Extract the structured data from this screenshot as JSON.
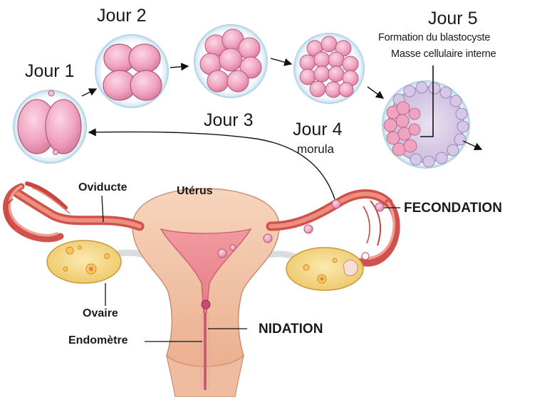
{
  "days": {
    "day1": "Jour 1",
    "day2": "Jour 2",
    "day3": "Jour 3",
    "day4": "Jour 4",
    "day4_sub": "morula",
    "day5": "Jour 5",
    "day5_sub1": "Formation du blastocyste",
    "day5_sub2": "Masse cellulaire interne"
  },
  "anatomy": {
    "oviduct": "Oviducte",
    "uterus": "Utérus",
    "ovary": "Ovaire",
    "endometrium": "Endomètre"
  },
  "events": {
    "fertilization": "FECONDATION",
    "implantation": "NIDATION"
  },
  "colors": {
    "cell_fill": "#f0a4c0",
    "uterus_fill": "#f2c3a5",
    "tube_stroke": "#d0524f",
    "ovary_fill": "#f5d98a"
  }
}
